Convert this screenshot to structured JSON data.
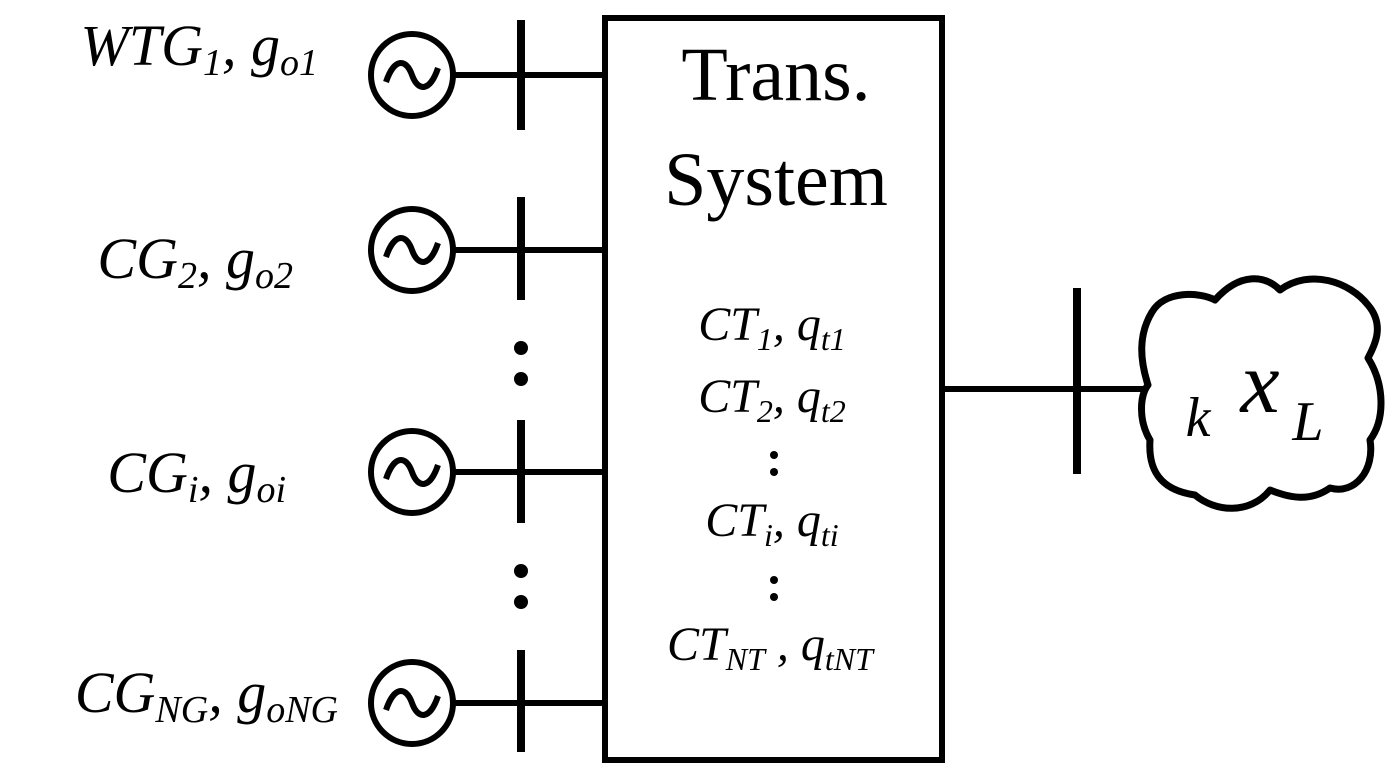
{
  "generators": [
    {
      "name": "WTG",
      "name_sub": "1",
      "sep": ", ",
      "var": "g",
      "var_sub": "o1"
    },
    {
      "name": "CG",
      "name_sub": "2",
      "sep": ", ",
      "var": "g",
      "var_sub": "o2"
    },
    {
      "name": "CG",
      "name_sub": "i",
      "sep": ", ",
      "var": "g",
      "var_sub": "oi"
    },
    {
      "name": "CG",
      "name_sub": "NG",
      "sep": ", ",
      "var": "g",
      "var_sub": "oNG"
    }
  ],
  "system_box": {
    "title_line1": "Trans.",
    "title_line2": "System",
    "terminals": [
      {
        "name": "CT",
        "name_sub": "1",
        "sep": ", ",
        "var": "q",
        "var_sub": "t1"
      },
      {
        "name": "CT",
        "name_sub": "2",
        "sep": ", ",
        "var": "q",
        "var_sub": "t2"
      },
      {
        "name": "CT",
        "name_sub": "i",
        "sep": ", ",
        "var": "q",
        "var_sub": "ti"
      },
      {
        "name": "CT",
        "name_sub": "NT",
        "sep": " , ",
        "var": "q",
        "var_sub": "tNT"
      }
    ]
  },
  "load": {
    "prefix": "k",
    "symbol": "x",
    "sub": "L"
  },
  "icons": [
    "ac-source-icon",
    "bus-bar-icon",
    "load-cloud-icon",
    "ellipsis-dots-icon"
  ]
}
